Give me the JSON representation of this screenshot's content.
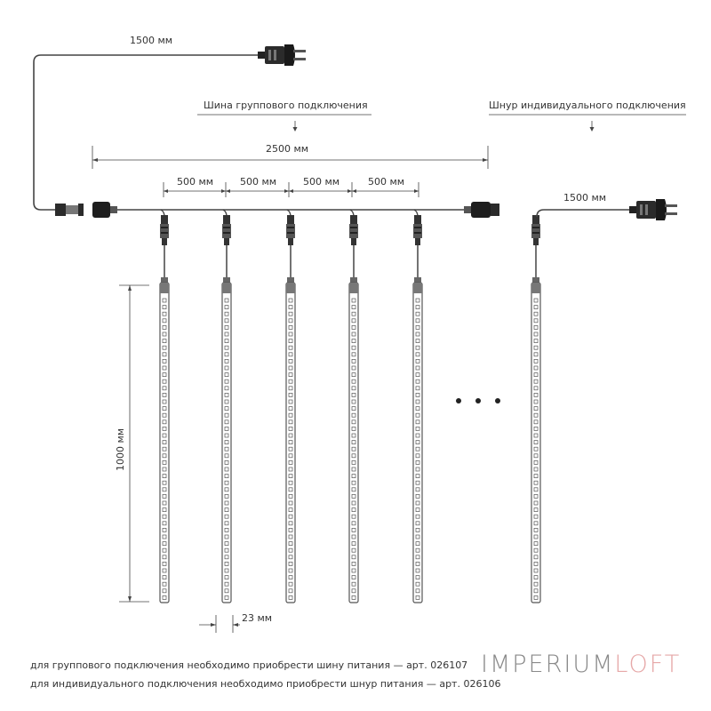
{
  "labels": {
    "cord_length_top": "1500 мм",
    "bus_title": "Шина группового подключения",
    "cord_title": "Шнур индивидуального подключения",
    "bus_length": "2500 мм",
    "spacing": [
      "500 мм",
      "500 мм",
      "500 мм",
      "500 мм"
    ],
    "cord_length_right": "1500 мм",
    "tube_length": "1000 мм",
    "tube_width": "23 мм"
  },
  "notes": {
    "line1": "для группового подключения необходимо приобрести шину питания — арт. 026107",
    "line2": "для индивидуального подключения необходимо приобрести шнур питания — арт. 026106"
  },
  "brand": {
    "part1": "IMPERIUM",
    "part2": "LOFT"
  },
  "colors": {
    "line": "#444444",
    "brand_gray": "#8a8a8a",
    "brand_pink": "#e6a8a8"
  },
  "icons": [
    "plug-icon",
    "connector-icon",
    "led-tube-icon",
    "ellipsis-icon"
  ]
}
